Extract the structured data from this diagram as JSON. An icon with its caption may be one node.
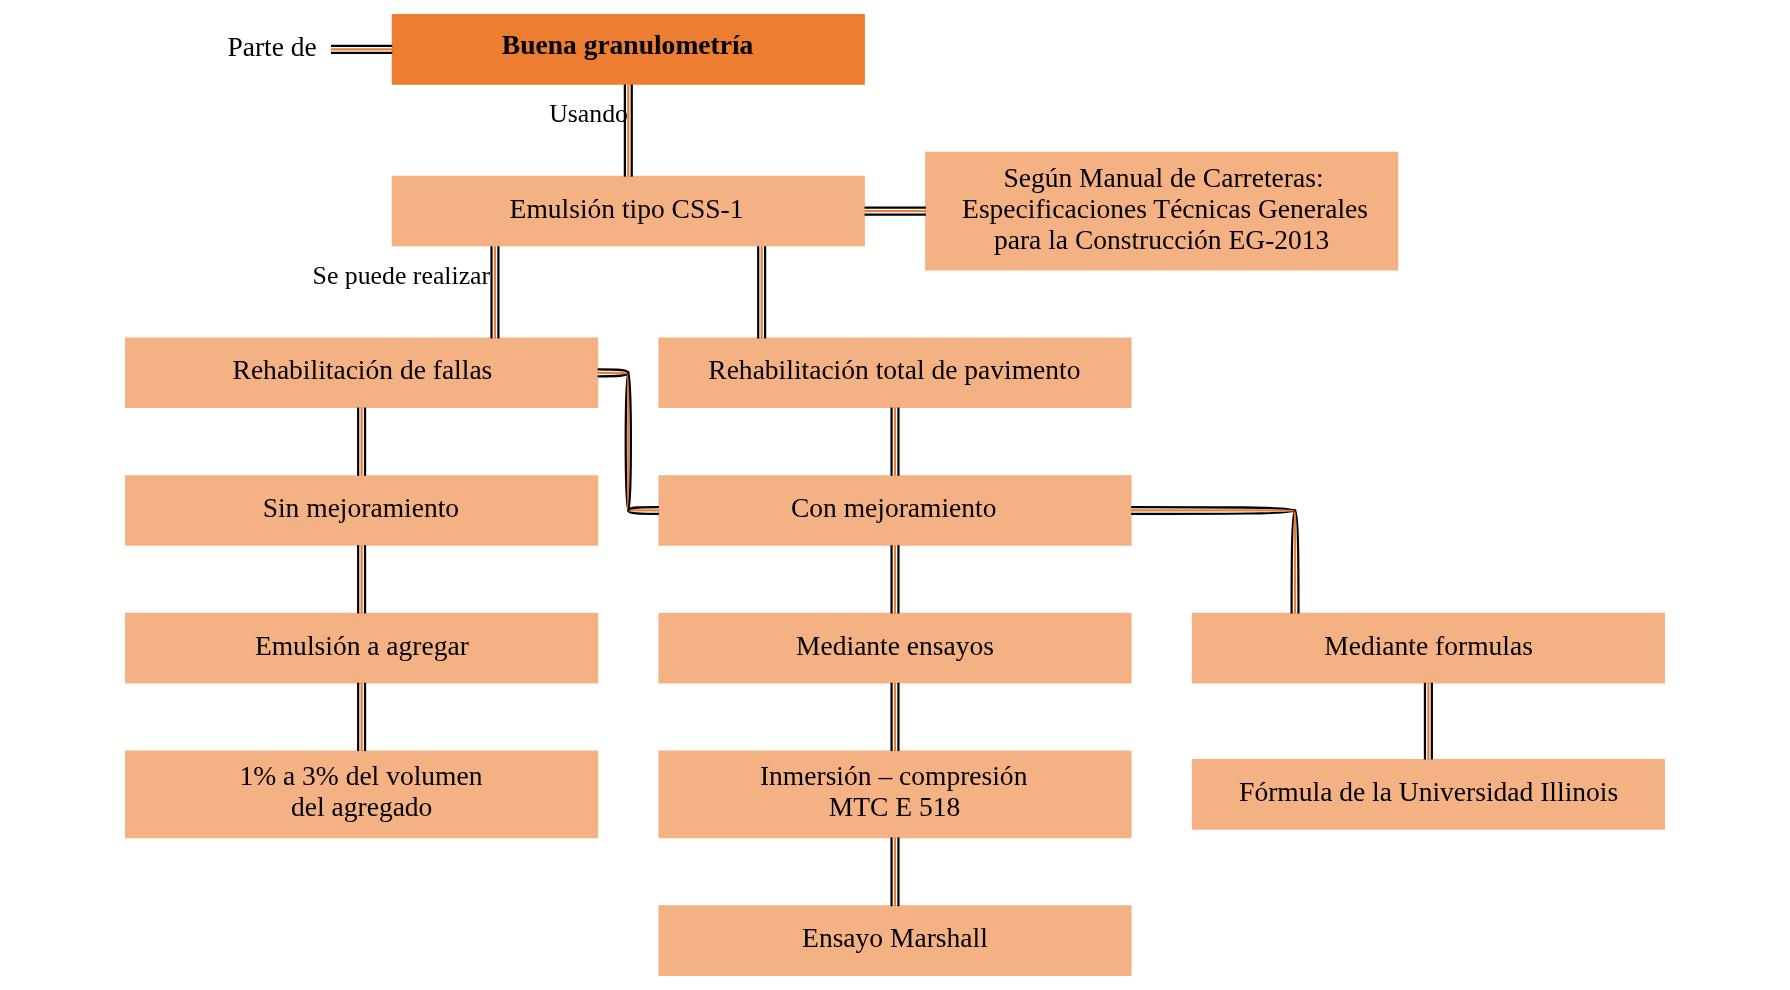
{
  "diagram": {
    "nodes": [
      {
        "text": [
          "Parte de"
        ]
      },
      {
        "text": [
          "Buena granulometría"
        ]
      },
      {
        "text": [
          "Emulsión tipo CSS-1"
        ]
      },
      {
        "text": [
          "Según Manual de Carreteras: Especificaciones Técnicas Generales para la Construcción EG-2013"
        ]
      },
      {
        "text": [
          "Rehabilitación de fallas"
        ]
      },
      {
        "text": [
          "Rehabilitación total de pavimento"
        ]
      },
      {
        "text": [
          "Sin mejoramiento"
        ]
      },
      {
        "text": [
          "Con mejoramiento"
        ]
      },
      {
        "text": [
          "Emulsión a agregar"
        ]
      },
      {
        "text": [
          "1% a 3% del volumen del agregado"
        ]
      },
      {
        "text": [
          "Mediante ensayos"
        ]
      },
      {
        "text": [
          "Mediante formulas"
        ]
      },
      {
        "text": [
          "Inmersión – compresión MTC E 518"
        ]
      },
      {
        "text": [
          "Fórmula de la Universidad Illinois"
        ]
      },
      {
        "text": [
          "Ensayo Marshall"
        ]
      }
    ],
    "edges": [
      {
        "from": 0,
        "to": 1,
        "arrow": "none"
      },
      {
        "from": 1,
        "to": 2,
        "arrow": "none",
        "label": "Usando"
      },
      {
        "from": 2,
        "to": 3,
        "arrow": "none"
      },
      {
        "from": 2,
        "to": 4,
        "arrow": "none",
        "label": "Se puede realizar"
      },
      {
        "from": 2,
        "to": 5,
        "arrow": "none"
      },
      {
        "from": 4,
        "to": 6,
        "arrow": "none"
      },
      {
        "from": 4,
        "to": 7,
        "arrow": "none"
      },
      {
        "from": 5,
        "to": 7,
        "arrow": "none"
      },
      {
        "from": 6,
        "to": 8,
        "arrow": "none"
      },
      {
        "from": 8,
        "to": 9,
        "arrow": "none"
      },
      {
        "from": 7,
        "to": 10,
        "arrow": "none"
      },
      {
        "from": 7,
        "to": 11,
        "arrow": "none"
      },
      {
        "from": 10,
        "to": 12,
        "arrow": "none"
      },
      {
        "from": 11,
        "to": 13,
        "arrow": "none"
      },
      {
        "from": 12,
        "to": 14,
        "arrow": "none"
      }
    ]
  }
}
